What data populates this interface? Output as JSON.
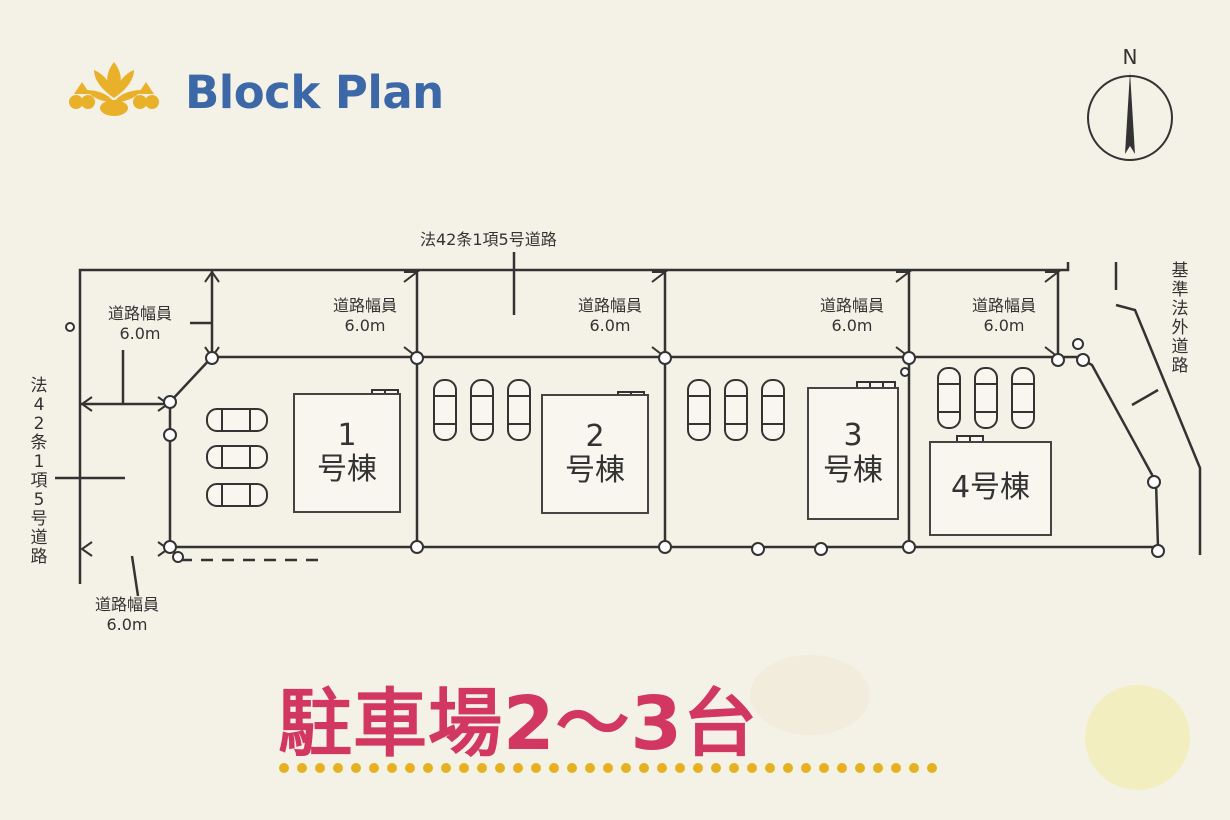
{
  "header": {
    "title": "Block Plan"
  },
  "compass": {
    "label": "N"
  },
  "roads": {
    "top_road": "法42条1項5号道路",
    "left_road": "法42条1項5号道路",
    "right_road": "基準法外道路",
    "width_label": "道路幅員",
    "width_value": "6.0m"
  },
  "units": [
    {
      "number": "1",
      "suffix": "号棟"
    },
    {
      "number": "2",
      "suffix": "号棟"
    },
    {
      "number": "3",
      "suffix": "号棟"
    },
    {
      "label": "4号棟"
    }
  ],
  "tagline": "駐車場2～3台",
  "colors": {
    "title_blue": "#3d68a7",
    "accent_pink": "#d13760",
    "logo_gold": "#e9b12a",
    "dots_gold": "#e6b11f"
  }
}
